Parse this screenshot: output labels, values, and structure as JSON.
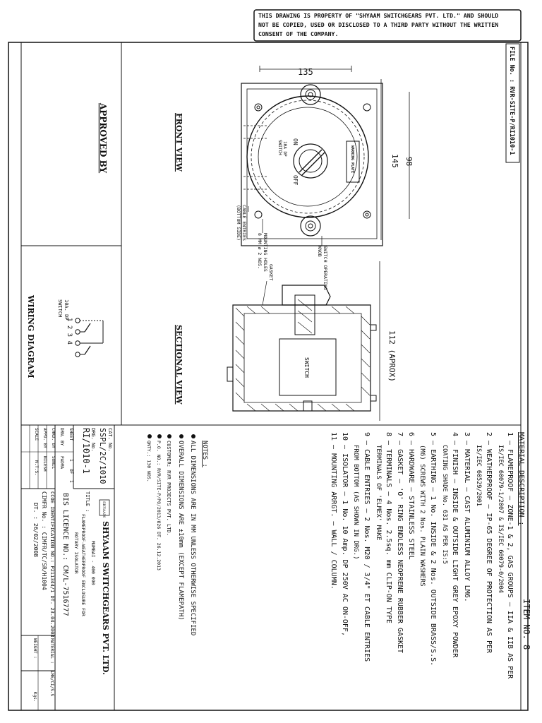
{
  "notice": {
    "line1": "THIS DRAWING IS PROPERTY OF \"SHYAAM SWITCHGEARS PVT. LTD.\" AND SHOULD",
    "line2": "NOT BE COPIED, USED OR DISCLOSED TO A THIRD PARTY WITHOUT THE WRITTEN",
    "line3": "CONSENT OF THE COMPANY."
  },
  "file_no": "FILE No. : RVR-SITE-P/RI1010-1",
  "item_no": "ITEM NO. 8",
  "approved_by": "APPROVED BY",
  "front_view": {
    "title": "FRONT VIEW",
    "dim_width": "135",
    "dim_height": "145",
    "dim_inner": "98",
    "on": "ON",
    "off": "OFF",
    "switch_label_1": "10A DP",
    "switch_label_2": "SWITCH",
    "warning_plate": "WARNING PLATE",
    "cable_entries_1": "CABLE ENTRIES",
    "cable_entries_2": "(BOTTOM SIDE)",
    "mounting_holes_1": "MOUNTING HOLES",
    "mounting_holes_2": "8 MM ø 2 NOS.",
    "switch_knob_1": "SWITCH OPERATING",
    "switch_knob_2": "KNOB"
  },
  "sectional_view": {
    "title": "SECTIONAL VIEW",
    "gasket": "GASKET",
    "switch": "SWITCH",
    "dim_depth": "112 (APROX)"
  },
  "wiring": {
    "title": "WIRING DIAGRAM",
    "label_1": "10A. DP",
    "label_2": "SWITCH",
    "terminals": "1  2  3  4"
  },
  "material": {
    "title": "MATERIAL DESCRIPTION :",
    "lines": [
      "1 – FLAMEPROOF – ZONE-1 & 2, GAS GROUPS – IIA & IIB AS PER",
      "IS/IEC 60079-1/2007 & IS/IEC 60079-0/2004",
      "2 – WEATHERPROOF – IP-65 DEGREE OF PROTECTION AS PER",
      "IS/IEC 60529/2001",
      "3 – MATERIAL – CAST ALUMINIUM ALLOY LM6.",
      "4 – FINISH – INSIDE & OUTSIDE LIGHT GREY EPOXY POWDER",
      "COATING SHADE No. 631 AS PER IS:5",
      "5 – EARTHING – 1 No. INSIDE & 2 Nos. OUTSIDE BRASS/S.S.",
      "(M6) SCREWS WITH 2 Nos. PLAIN WASHERS",
      "6 – HARDWARE – STAINLESS STEEL",
      "7 – GASKET – 'O' RING ENDLESS NEOPRENE RUBBER GASKET",
      "8 – TERMINALS – 4 Nos. 2.5sq. mm CLIP-ON TYPE",
      "TERMINALS OF 'ELMEX' MAKE",
      "9 – CABLE ENTRIES – 2 Nos. M20 / 3/4\" ET CABLE ENTRIES",
      "FROM BOTTOM (AS SHOWN IN DRG.)",
      "10 – ISOLATOR – 1 No. 10 Amp. DP 250V AC ON-OFF,",
      "11 – MOUNTING ARRGT. – WALL / COLUMN."
    ]
  },
  "notes": {
    "title": "NOTES :",
    "lines": [
      "ALL DIMENSIONS ARE IN MM UNLESS OTHERWISE SPECIFIED",
      "OVERALL DIMENSIONS ARE ±10mm (EXCEPT FLAMEPATH)",
      "CUSTOMER: RVR PROJECTS PVT. LTD.",
      "P.O. NO.: RVR/SITE-P/PO/2013/826 DT. 26.12.2013",
      "QNTY.: 130 NOS."
    ]
  },
  "title_block": {
    "company": "SHYAAM SWITCHGEARS PVT. LTD.",
    "city": "MUMBAI - 400 090",
    "logo": "SHYAAM",
    "title_label": "TITLE :",
    "title_1": "FLAMEPROOF-WEATHERPROOF ENCLOSURE FOR",
    "title_2": "ROTARY ISOLATOR",
    "cat_no_label": "CAT. No.",
    "cat_no": "SSPL/2C/1010",
    "drg_no_label": "DRG. No.",
    "drg_no": "RI/1010-1",
    "sheet_label": "SHEET",
    "sheet_1": "1",
    "sheet_of": "OF",
    "sheet_2": "1",
    "drn_label": "DRN. BY",
    "drn": "PADMA",
    "chkd_label": "CHKD. BY",
    "chkd": "SUNIL",
    "appd_label": "APPD. BY",
    "appd": "NILESH",
    "scale_label": "SCALE",
    "scale": "N.T.S.",
    "bis": "BIS LICENCE NO.: CM/L-7516777",
    "ccoe": "CCOE IDENTIFICATION NO.:   P211344/1 DT. 23.04.2008",
    "cimfr": "CIMFR No. : CIMFR/TC/SR/H1004",
    "cimfr_dt": "DT. : 26/02/2008",
    "material_label": "MATERIAL :",
    "material": "LM6/CI/S.S",
    "weight_label": "WEIGHT :",
    "weight": "Kgs."
  }
}
